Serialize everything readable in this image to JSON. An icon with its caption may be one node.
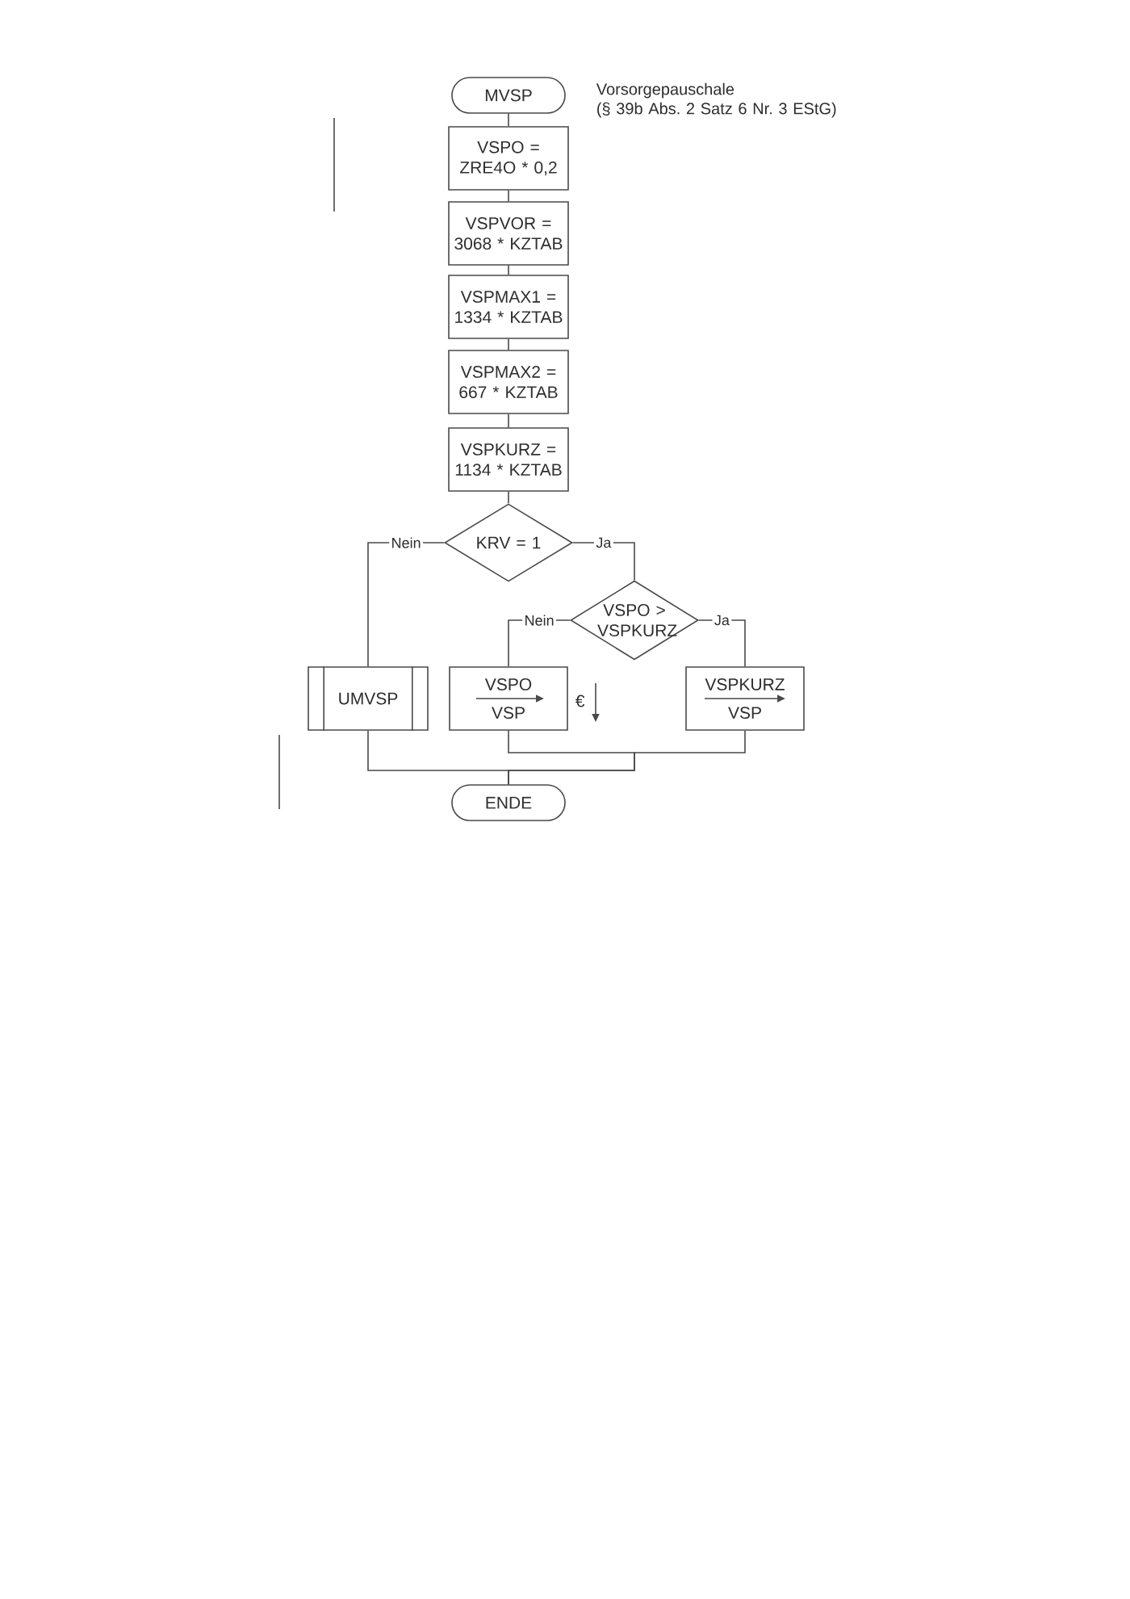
{
  "diagram": {
    "nodes": [
      {
        "text": [
          "MVSP"
        ],
        "beside": [
          "Vorsorgepauschale (§ 39b Abs. 2 Satz 6 Nr. 3 EStG)"
        ]
      },
      {
        "text": [
          "VSPO = ZRE4O * 0,2"
        ]
      },
      {
        "text": [
          "VSPVOR = 3068 * KZTAB"
        ]
      },
      {
        "text": [
          "VSPMAX1 = 1334 * KZTAB"
        ]
      },
      {
        "text": [
          "VSPMAX2 = 667 * KZTAB"
        ]
      },
      {
        "text": [
          "VSPKURZ = 1134 * KZTAB"
        ]
      },
      {
        "text": [
          "KRV = 1"
        ]
      },
      {
        "text": [
          "VSPO > VSPKURZ"
        ]
      },
      {
        "text": [
          "UMVSP"
        ]
      },
      {
        "text": [
          "VSPO",
          "VSP"
        ],
        "beside": [
          "€"
        ]
      },
      {
        "text": [
          "VSPKURZ",
          "VSP"
        ]
      },
      {
        "text": [
          "ENDE"
        ]
      }
    ],
    "edges": [
      {
        "from": 0,
        "to": 1,
        "arrow": "none"
      },
      {
        "from": 1,
        "to": 2,
        "arrow": "none"
      },
      {
        "from": 2,
        "to": 3,
        "arrow": "none"
      },
      {
        "from": 3,
        "to": 4,
        "arrow": "none"
      },
      {
        "from": 4,
        "to": 5,
        "arrow": "none"
      },
      {
        "from": 5,
        "to": 6,
        "arrow": "none"
      },
      {
        "from": 6,
        "to": 8,
        "arrow": "none",
        "label": "Nein"
      },
      {
        "from": 6,
        "to": 7,
        "arrow": "none",
        "label": "Ja"
      },
      {
        "from": 7,
        "to": 9,
        "arrow": "none",
        "label": "Nein"
      },
      {
        "from": 7,
        "to": 10,
        "arrow": "none",
        "label": "Ja"
      },
      {
        "from": 8,
        "to": 11,
        "arrow": "none"
      },
      {
        "from": 9,
        "to": 11,
        "arrow": "none"
      },
      {
        "from": 10,
        "to": 11,
        "arrow": "none"
      }
    ]
  }
}
